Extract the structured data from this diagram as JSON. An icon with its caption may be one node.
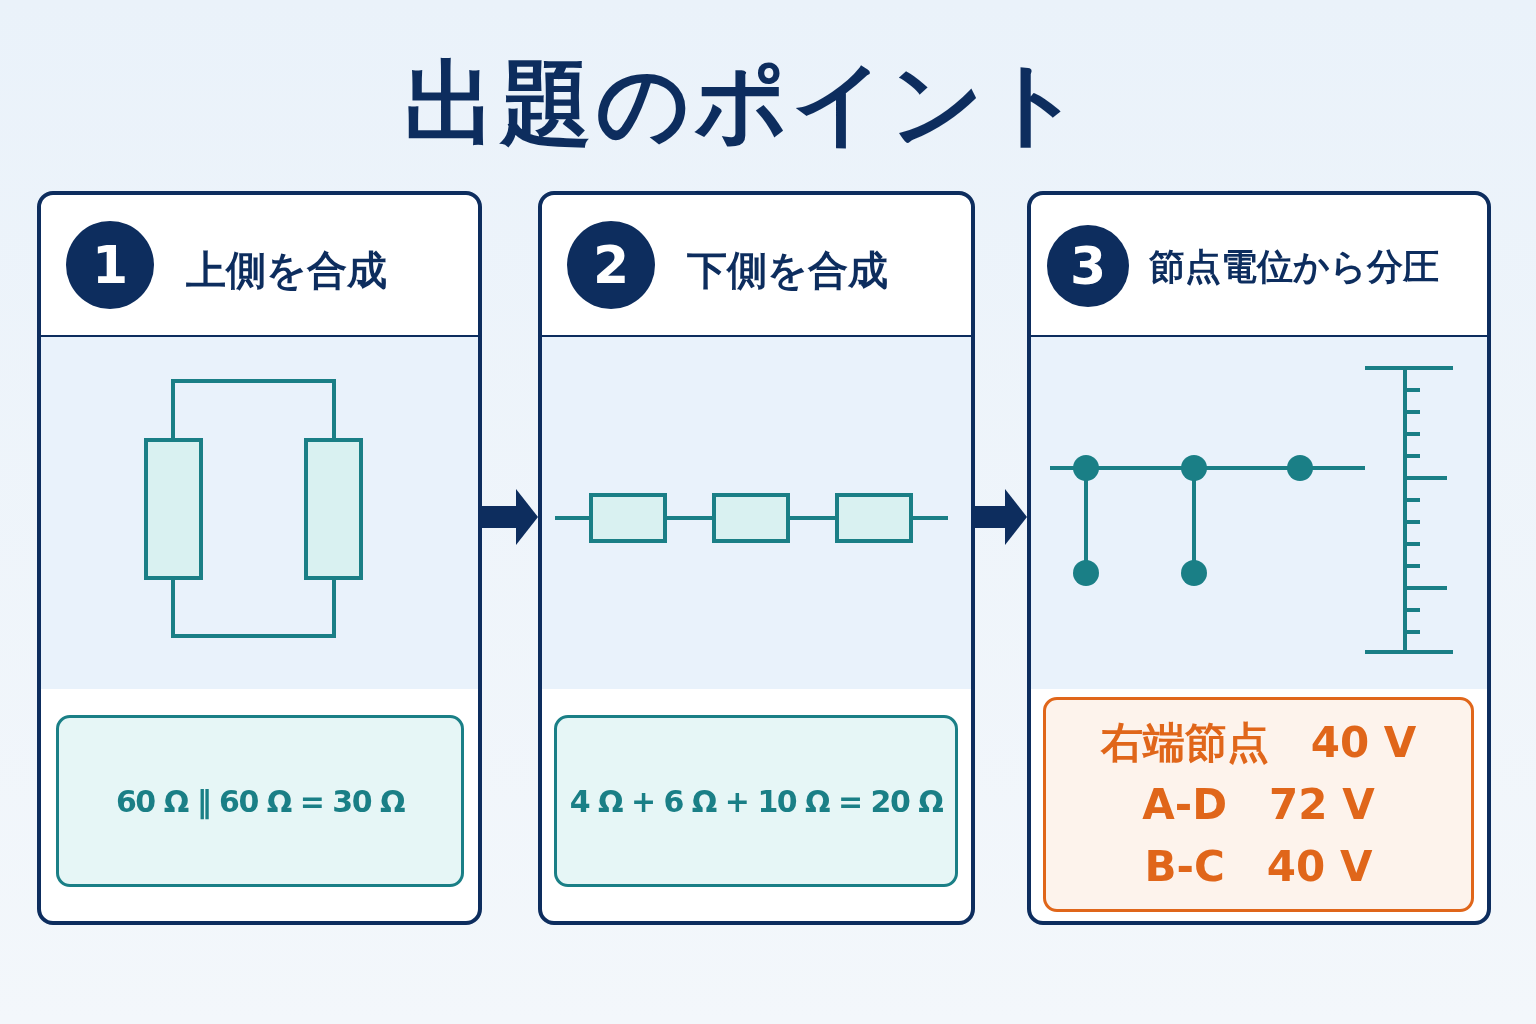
{
  "diagram": {
    "title": "出題のポイント",
    "nodes": [
      {
        "text": [
          "上側を合成"
        ]
      },
      {
        "text": [
          "1"
        ],
        "in": 0
      },
      {
        "text": [
          "60 Ω ‖ 60 Ω = 30 Ω"
        ],
        "in": 0
      },
      {
        "text": [
          "下側を合成"
        ]
      },
      {
        "text": [
          "2"
        ],
        "in": 3
      },
      {
        "text": [
          "4 Ω + 6 Ω + 10 Ω = 20 Ω"
        ],
        "in": 3
      },
      {
        "text": [
          "節点電位から分圧"
        ]
      },
      {
        "text": [
          "3"
        ],
        "in": 6
      },
      {
        "text": [
          "右端節点　40 V",
          "A-D　72 V",
          "B-C　40 V"
        ],
        "in": 6
      }
    ],
    "edges": [
      {
        "from": 0,
        "to": 3,
        "arrow": "to"
      },
      {
        "from": 3,
        "to": 6,
        "arrow": "to"
      }
    ]
  }
}
